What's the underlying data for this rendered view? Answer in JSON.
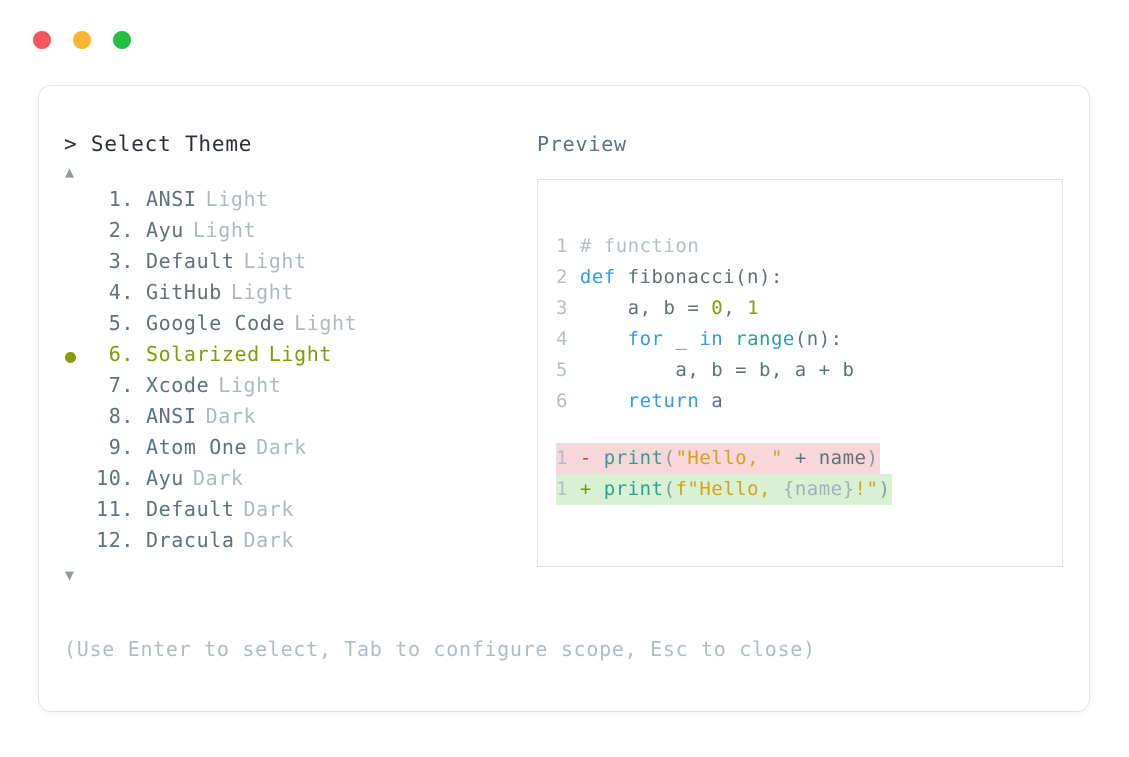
{
  "window": {
    "traffic_lights": [
      {
        "name": "close",
        "color": "#f2585b"
      },
      {
        "name": "minimize",
        "color": "#f7b731"
      },
      {
        "name": "maximize",
        "color": "#21bf42"
      }
    ]
  },
  "picker": {
    "prompt": "> Select Theme",
    "scroll_up_icon": "▲",
    "scroll_down_icon": "▼",
    "selected_index": 6,
    "selected_color": "#869a05",
    "items": [
      {
        "num": "1.",
        "name": "ANSI",
        "variant": "Light",
        "selected": false
      },
      {
        "num": "2.",
        "name": "Ayu",
        "variant": "Light",
        "selected": false
      },
      {
        "num": "3.",
        "name": "Default",
        "variant": "Light",
        "selected": false
      },
      {
        "num": "4.",
        "name": "GitHub",
        "variant": "Light",
        "selected": false
      },
      {
        "num": "5.",
        "name": "Google Code",
        "variant": "Light",
        "selected": false
      },
      {
        "num": "6.",
        "name": "Solarized",
        "variant": "Light",
        "selected": true
      },
      {
        "num": "7.",
        "name": "Xcode",
        "variant": "Light",
        "selected": false
      },
      {
        "num": "8.",
        "name": "ANSI",
        "variant": "Dark",
        "selected": false
      },
      {
        "num": "9.",
        "name": "Atom One",
        "variant": "Dark",
        "selected": false
      },
      {
        "num": "10.",
        "name": "Ayu",
        "variant": "Dark",
        "selected": false
      },
      {
        "num": "11.",
        "name": "Default",
        "variant": "Dark",
        "selected": false
      },
      {
        "num": "12.",
        "name": "Dracula",
        "variant": "Dark",
        "selected": false
      }
    ]
  },
  "preview": {
    "label": "Preview",
    "code_lines": [
      {
        "gutter": "1",
        "tokens": [
          {
            "t": " # function",
            "c": "comment"
          }
        ]
      },
      {
        "gutter": "2",
        "tokens": [
          {
            "t": " def",
            "c": "keyword"
          },
          {
            "t": " fibonacci",
            "c": "func"
          },
          {
            "t": "(n):",
            "c": "plain"
          }
        ]
      },
      {
        "gutter": "3",
        "tokens": [
          {
            "t": "     a, b = ",
            "c": "plain"
          },
          {
            "t": "0",
            "c": "number"
          },
          {
            "t": ", ",
            "c": "plain"
          },
          {
            "t": "1",
            "c": "number"
          }
        ]
      },
      {
        "gutter": "4",
        "tokens": [
          {
            "t": "     ",
            "c": "plain"
          },
          {
            "t": "for",
            "c": "keyword"
          },
          {
            "t": " _ ",
            "c": "plain"
          },
          {
            "t": "in",
            "c": "keyword"
          },
          {
            "t": " ",
            "c": "plain"
          },
          {
            "t": "range",
            "c": "builtin"
          },
          {
            "t": "(n):",
            "c": "plain"
          }
        ]
      },
      {
        "gutter": "5",
        "tokens": [
          {
            "t": "         a, b = b, a + b",
            "c": "plain"
          }
        ]
      },
      {
        "gutter": "6",
        "tokens": [
          {
            "t": "     ",
            "c": "plain"
          },
          {
            "t": "return",
            "c": "keyword"
          },
          {
            "t": " a",
            "c": "plain"
          }
        ]
      }
    ],
    "diff_lines": [
      {
        "kind": "del",
        "gutter": "1",
        "marker": "-",
        "tokens": [
          {
            "t": " ",
            "c": "plain"
          },
          {
            "t": "print",
            "c": "builtin"
          },
          {
            "t": "(",
            "c": "paren"
          },
          {
            "t": "\"Hello, \"",
            "c": "string"
          },
          {
            "t": " + name",
            "c": "plain"
          },
          {
            "t": ")",
            "c": "paren"
          }
        ]
      },
      {
        "kind": "add",
        "gutter": "1",
        "marker": "+",
        "tokens": [
          {
            "t": " ",
            "c": "plain"
          },
          {
            "t": "print",
            "c": "builtin"
          },
          {
            "t": "(",
            "c": "paren"
          },
          {
            "t": "f\"Hello, ",
            "c": "string"
          },
          {
            "t": "{name}",
            "c": "interp"
          },
          {
            "t": "!\"",
            "c": "string"
          },
          {
            "t": ")",
            "c": "paren"
          }
        ]
      }
    ],
    "diff_colors": {
      "delete_bg": "#f7d7d9",
      "add_bg": "#d8f0d4",
      "delete_marker": "#dc322f",
      "add_marker": "#6f9a1f"
    }
  },
  "footer": {
    "hint": "(Use Enter to select, Tab to configure scope, Esc to close)"
  }
}
